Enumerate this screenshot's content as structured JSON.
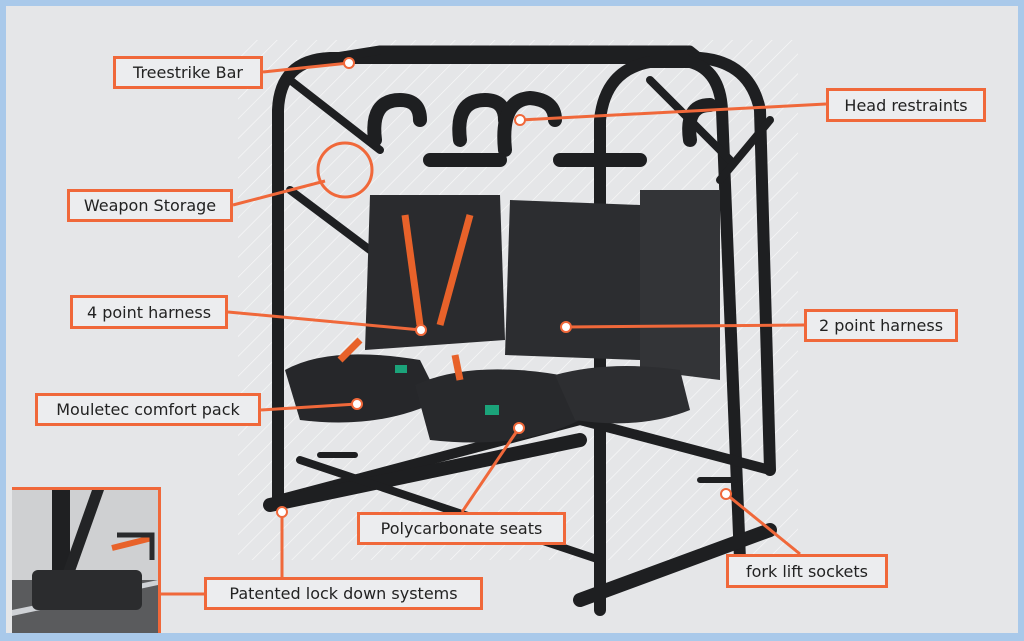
{
  "colors": {
    "accent": "#f0683a",
    "frame": "#a9c9ea",
    "background": "#e5e6e8",
    "tube": "#1e1f21"
  },
  "callouts": [
    {
      "id": "treestrike-bar",
      "text": "Treestrike Bar"
    },
    {
      "id": "weapon-storage",
      "text": "Weapon Storage"
    },
    {
      "id": "head-restraints",
      "text": "Head restraints"
    },
    {
      "id": "4-point-harness",
      "text": "4 point harness"
    },
    {
      "id": "2-point-harness",
      "text": "2 point harness"
    },
    {
      "id": "mouletec-comfort-pack",
      "text": "Mouletec comfort pack"
    },
    {
      "id": "polycarbonate-seats",
      "text": "Polycarbonate seats"
    },
    {
      "id": "fork-lift-sockets",
      "text": "fork lift sockets"
    },
    {
      "id": "patented-lock-down-systems",
      "text": "Patented lock down systems"
    }
  ]
}
